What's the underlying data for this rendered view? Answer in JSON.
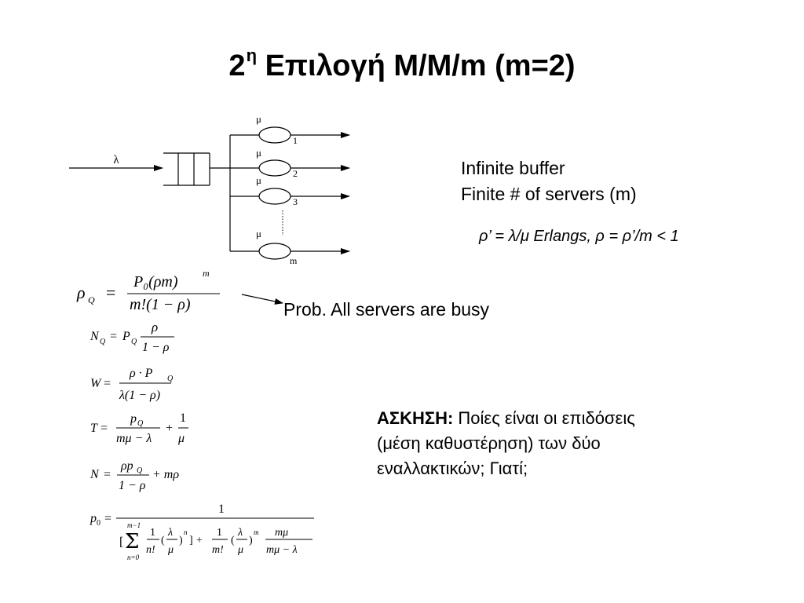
{
  "slide": {
    "title_prefix": "2",
    "title_super": "η",
    "title_main": "Επιλογή  M/M/m (m=2)"
  },
  "diagram": {
    "arrival_label": "λ",
    "server_rate_label": "μ",
    "server_labels": [
      "1",
      "2",
      "3",
      "m"
    ]
  },
  "notes": {
    "line1": "Infinite buffer",
    "line2": "Finite # of servers (m)",
    "utilization": "ρ’ = λ/μ Erlangs, ρ = ρ’/m < 1",
    "prob_busy": "Prob. All servers are busy"
  },
  "formulas": {
    "rho_q": {
      "lhs": "ρ",
      "lhs_sub": "Q",
      "num": "P₀(ρm)",
      "num_sup": "m",
      "den": "m!(1 − ρ)"
    },
    "n_q": {
      "lhs": "N",
      "lhs_sub": "Q",
      "mid": "P",
      "mid_sub": "Q",
      "num": "ρ",
      "den": "1 − ρ"
    },
    "w": {
      "lhs": "W",
      "num": "ρ · P",
      "num_sub": "Q",
      "den": "λ(1 − ρ)"
    },
    "t": {
      "lhs": "T",
      "num1": "p",
      "num1_sub": "Q",
      "den1": "mμ − λ",
      "num2": "1",
      "den2": "μ"
    },
    "n": {
      "lhs": "N",
      "num": "ρp",
      "num_sub": "Q",
      "den": "1 − ρ",
      "tail": "+ mρ"
    },
    "p0": {
      "lhs": "p",
      "lhs_sub": "0",
      "num": "1",
      "sum_top": "m−1",
      "sum_bottom": "n=0",
      "f1_num": "1",
      "f1_den": "n!",
      "lam": "λ",
      "mu": "μ",
      "pow_n": "n",
      "f2_num": "1",
      "f2_den": "m!",
      "pow_m": "m",
      "f3_num": "mμ",
      "f3_den": "mμ − λ"
    }
  },
  "exercise": {
    "heading": "ΑΣΚΗΣΗ:",
    "line1_rest": " Ποίες είναι οι επιδόσεις",
    "line2": "(μέση καθυστέρηση) των δύο",
    "line3": "εναλλακτικών; Γιατί;"
  }
}
